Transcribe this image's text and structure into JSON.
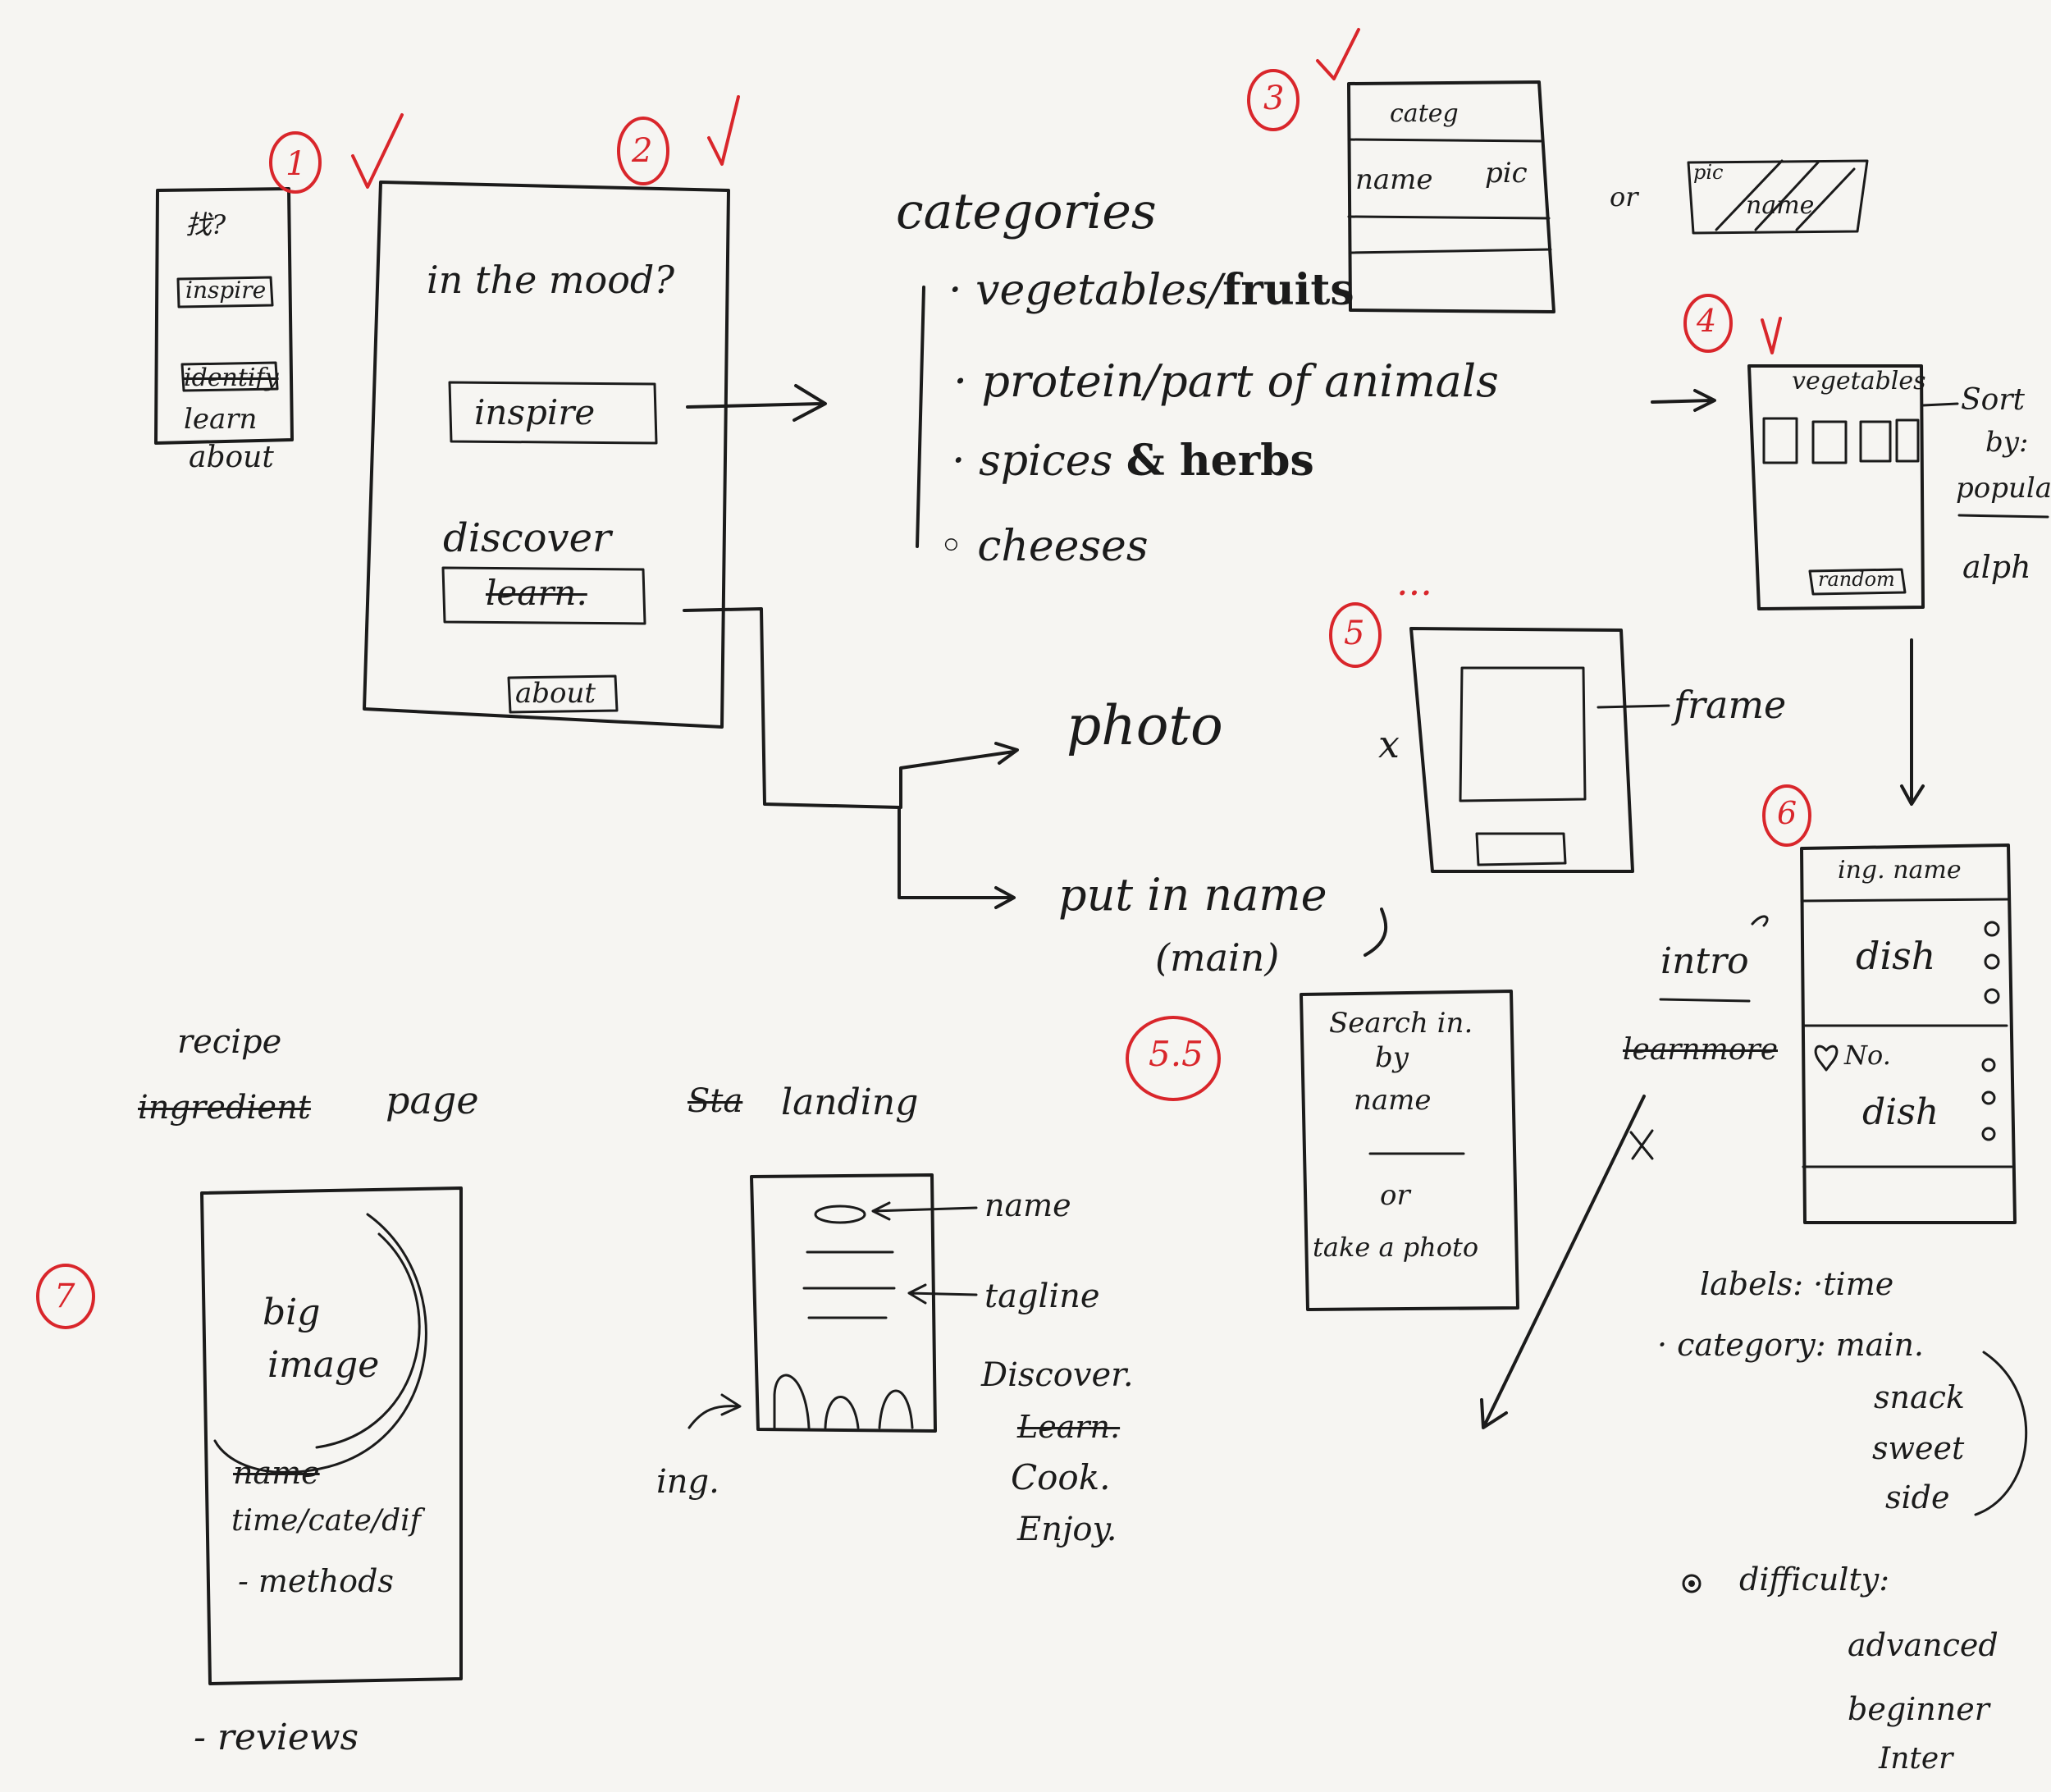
{
  "colors": {
    "ink": "#1b1b1b",
    "annotation_red": "#d9262b",
    "paper": "#f6f5f2"
  },
  "marks": {
    "check": "check-mark-icon",
    "cross": "cross-mark-icon",
    "heart": "heart-icon"
  },
  "step1": {
    "num": "1",
    "line1": "找?",
    "inspire": "inspire",
    "identify": "identify",
    "learn": "learn",
    "about": "about"
  },
  "step2": {
    "num": "2",
    "title": "in the mood?",
    "inspire": "inspire",
    "discover": "discover",
    "learn": "learn.",
    "about": "about"
  },
  "categories": {
    "title": "categories",
    "items": [
      {
        "text": "vegetables/",
        "bold": "fruits"
      },
      {
        "text": "protein/part of animals",
        "bold": ""
      },
      {
        "text": "spices ",
        "bold": "& herbs"
      },
      {
        "text": "cheeses",
        "bold": ""
      }
    ]
  },
  "step3": {
    "num": "3",
    "header": "categ",
    "name": "name",
    "pic": "pic",
    "or": "or",
    "alt_pic": "pic",
    "alt_name": "name"
  },
  "step4": {
    "num": "4",
    "header": "vegetables",
    "random": "random",
    "sort_label": "Sort",
    "sort_by": "by:",
    "popular": "popular",
    "alph": "alph"
  },
  "step5": {
    "num": "5",
    "dots": "...",
    "cross": "x",
    "frame": "frame"
  },
  "photo": "photo",
  "put_in_name": "put in name",
  "main": "(main)",
  "step6": {
    "num": "6",
    "header": "ing. name",
    "dish1": "dish",
    "no": "No.",
    "dish2": "dish",
    "intro": "intro",
    "learnmore": "learnmore"
  },
  "step55": {
    "num": "5.5",
    "search": "Search in.",
    "by": "by",
    "name": "name",
    "or": "or",
    "take_photo": "take a photo"
  },
  "labels": {
    "title": "labels:",
    "time": "time",
    "category": "category:",
    "cats": [
      "main.",
      "snack",
      "sweet",
      "side"
    ],
    "difficulty": "difficulty:",
    "levels": [
      "advanced",
      "beginner",
      "Inter"
    ]
  },
  "recipe": {
    "title1": "recipe",
    "title2_struck": "ingredient",
    "title2": "page",
    "num": "7",
    "big": "big",
    "image": "image",
    "name": "name",
    "meta": "time/cate/dif",
    "methods": "- methods",
    "reviews": "- reviews"
  },
  "landing": {
    "title_struck": "Sta",
    "title": "landing",
    "name": "name",
    "tagline": "tagline",
    "discover": "Discover.",
    "learn": "Learn.",
    "cook": "Cook.",
    "enjoy": "Enjoy.",
    "ing": "ing."
  }
}
